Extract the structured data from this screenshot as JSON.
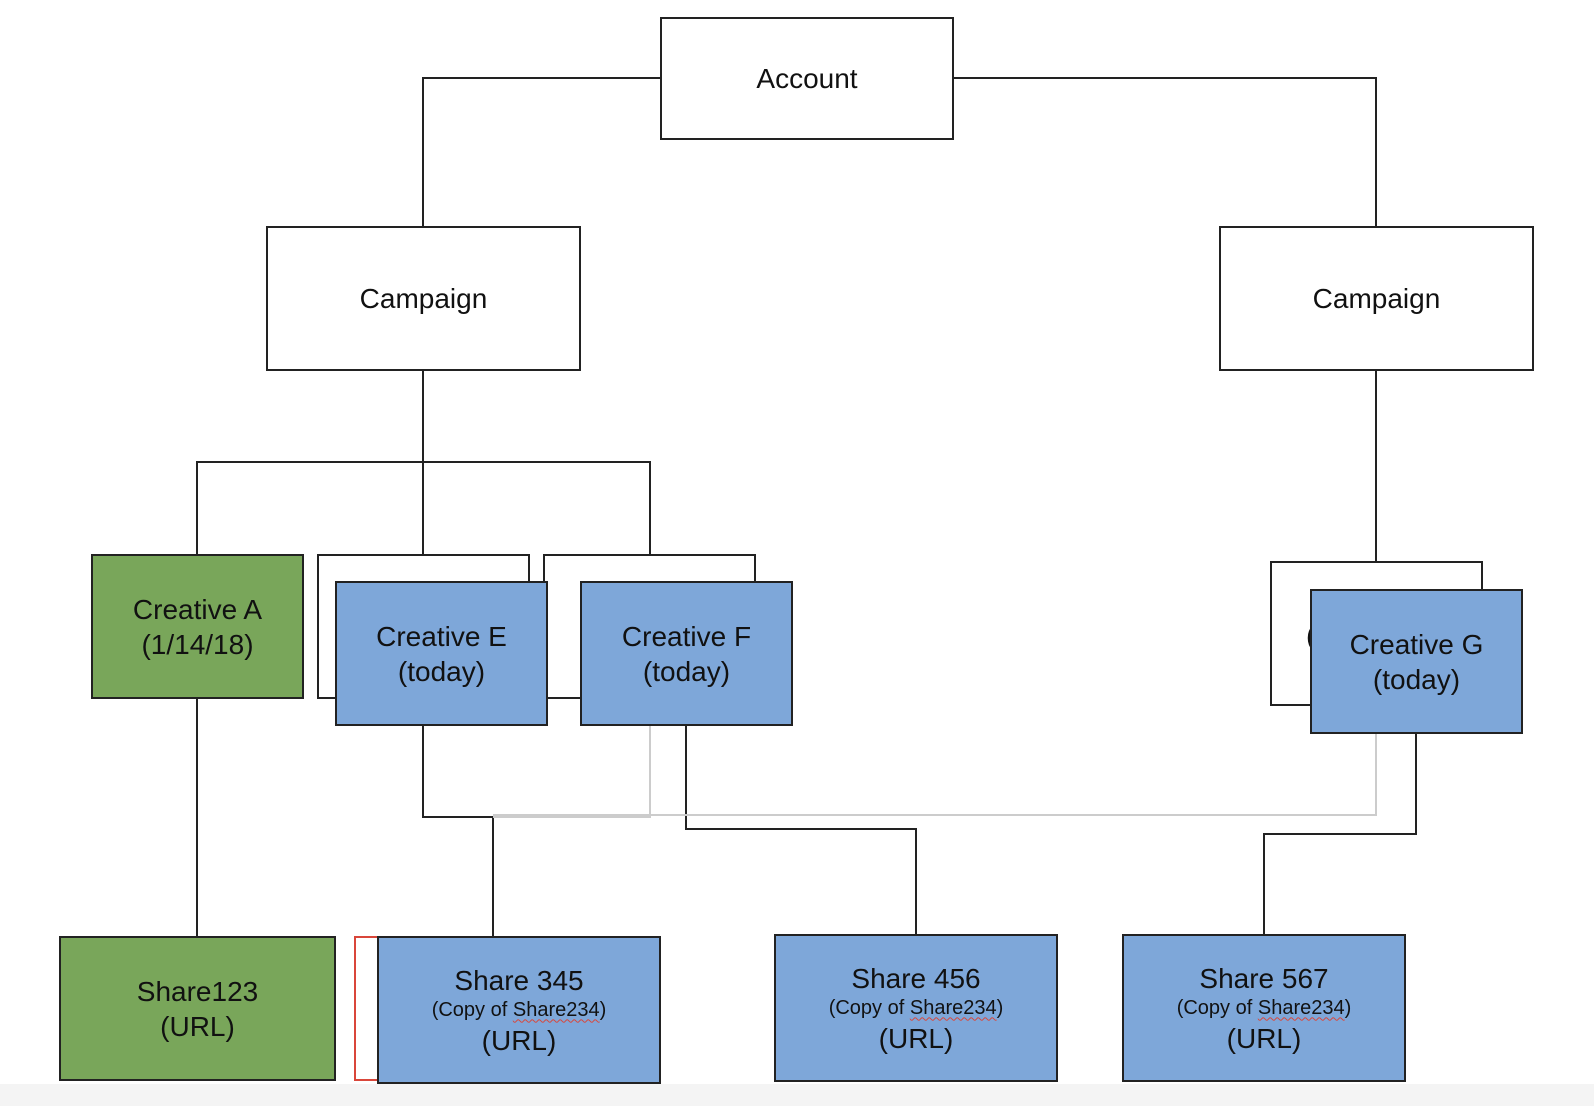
{
  "account": {
    "label": "Account"
  },
  "campaigns": [
    {
      "label": "Campaign"
    },
    {
      "label": "Campaign"
    }
  ],
  "creatives": [
    {
      "name": "Creative A",
      "date": "(1/14/18)",
      "color": "#79a65a"
    },
    {
      "name": "Creative E",
      "date": "(today)",
      "color": "#7ea7d9"
    },
    {
      "name": "Creative F",
      "date": "(today)",
      "color": "#7ea7d9"
    },
    {
      "name": "Creative G",
      "date": "(today)",
      "color": "#7ea7d9"
    }
  ],
  "shares": [
    {
      "name": "Share123",
      "url": "(URL)",
      "color": "#79a65a"
    },
    {
      "name": "Share 345",
      "copy_prefix": "(Copy of ",
      "copy_ref": "Share234",
      "copy_suffix": ")",
      "url": "(URL)",
      "color": "#7ea7d9"
    },
    {
      "name": "Share 456",
      "copy_prefix": "(Copy of ",
      "copy_ref": "Share234",
      "copy_suffix": ")",
      "url": "(URL)",
      "color": "#7ea7d9"
    },
    {
      "name": "Share 567",
      "copy_prefix": "(Copy of ",
      "copy_ref": "Share234",
      "copy_suffix": ")",
      "url": "(URL)",
      "color": "#7ea7d9"
    }
  ],
  "colors": {
    "line": "#222222",
    "faint_line": "#cccccc",
    "green": "#79a65a",
    "blue": "#7ea7d9",
    "spellcheck": "#d9463a"
  }
}
